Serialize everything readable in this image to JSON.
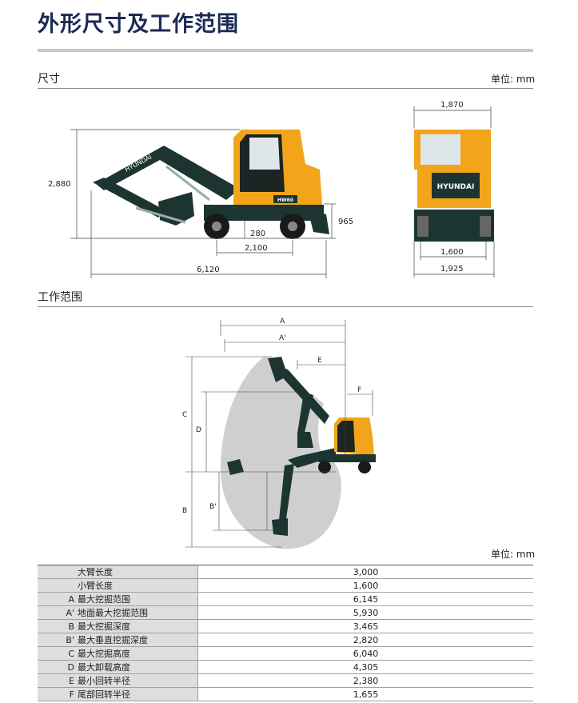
{
  "page": {
    "title": "外形尺寸及工作范围"
  },
  "dimensions_section": {
    "title": "尺寸",
    "unit": "单位: mm",
    "side_view": {
      "height_total": "2,880",
      "blade_height": "965",
      "ground_clearance": "280",
      "wheelbase": "2,100",
      "overall_length": "6,120",
      "boom_brand": "HYUNDAI",
      "model_badge": "HW60"
    },
    "rear_view": {
      "cab_width": "1,870",
      "track_width": "1,600",
      "overall_width": "1,925",
      "brand": "HYUNDAI"
    }
  },
  "working_range_section": {
    "title": "工作范围",
    "unit": "单位: mm",
    "diagram_labels": {
      "A": "A",
      "A_prime": "A'",
      "B": "B",
      "B_prime": "B'",
      "C": "C",
      "D": "D",
      "E": "E",
      "F": "F"
    },
    "table": [
      {
        "code": "",
        "name": "大臂长度",
        "value": "3,000"
      },
      {
        "code": "",
        "name": "小臂长度",
        "value": "1,600"
      },
      {
        "code": "A",
        "name": "最大挖掘范围",
        "value": "6,145"
      },
      {
        "code": "A'",
        "name": "地面最大挖掘范围",
        "value": "5,930"
      },
      {
        "code": "B",
        "name": "最大挖掘深度",
        "value": "3,465"
      },
      {
        "code": "B'",
        "name": "最大垂直挖掘深度",
        "value": "2,820"
      },
      {
        "code": "C",
        "name": "最大挖掘高度",
        "value": "6,040"
      },
      {
        "code": "D",
        "name": "最大卸载高度",
        "value": "4,305"
      },
      {
        "code": "E",
        "name": "最小回转半径",
        "value": "2,380"
      },
      {
        "code": "F",
        "name": "尾部回转半径",
        "value": "1,655"
      }
    ]
  },
  "colors": {
    "title": "#1a2a55",
    "machine_body": "#f2a51a",
    "arm": "#1c3530",
    "range_fill": "#cfcfd0"
  }
}
